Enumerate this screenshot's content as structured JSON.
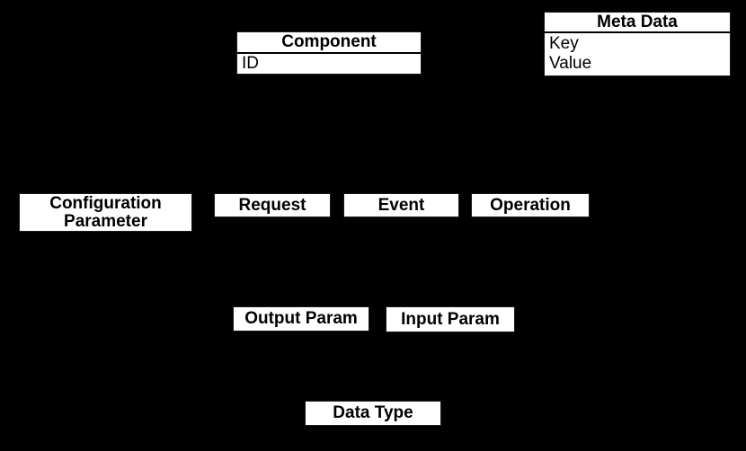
{
  "palette": {
    "background": "#000000",
    "box_fill": "#ffffff",
    "box_border": "#000000",
    "text_color": "#000000"
  },
  "diagram": {
    "type": "entity-diagram",
    "entities": {
      "component": {
        "title": "Component",
        "fields": [
          "ID"
        ]
      },
      "meta_data": {
        "title": "Meta Data",
        "fields": [
          "Key",
          "Value"
        ]
      },
      "configuration_parameter": {
        "title": "Configuration Parameter"
      },
      "request": {
        "title": "Request"
      },
      "event": {
        "title": "Event"
      },
      "operation": {
        "title": "Operation"
      },
      "output_param": {
        "title": "Output Param"
      },
      "input_param": {
        "title": "Input Param"
      },
      "data_type": {
        "title": "Data Type"
      }
    }
  }
}
